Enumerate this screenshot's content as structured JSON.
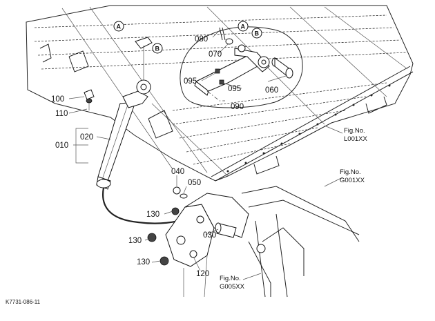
{
  "callouts": {
    "p010": "010",
    "p020": "020",
    "p030": "030",
    "p040": "040",
    "p050": "050",
    "p060": "060",
    "p070": "070",
    "p080": "080",
    "p090": "090",
    "p095a": "095",
    "p095b": "095",
    "p100": "100",
    "p110": "110",
    "p120": "120",
    "p130a": "130",
    "p130b": "130",
    "p130c": "130"
  },
  "markers": {
    "a1": "A",
    "b1": "B",
    "a2": "A",
    "b2": "B"
  },
  "fig_refs": {
    "l001_title": "Fig.No.",
    "l001_code": "L001XX",
    "g001_title": "Fig.No.",
    "g001_code": "G001XX",
    "g005_title": "Fig.No.",
    "g005_code": "G005XX"
  },
  "drawing_code": "K7731-086-11"
}
